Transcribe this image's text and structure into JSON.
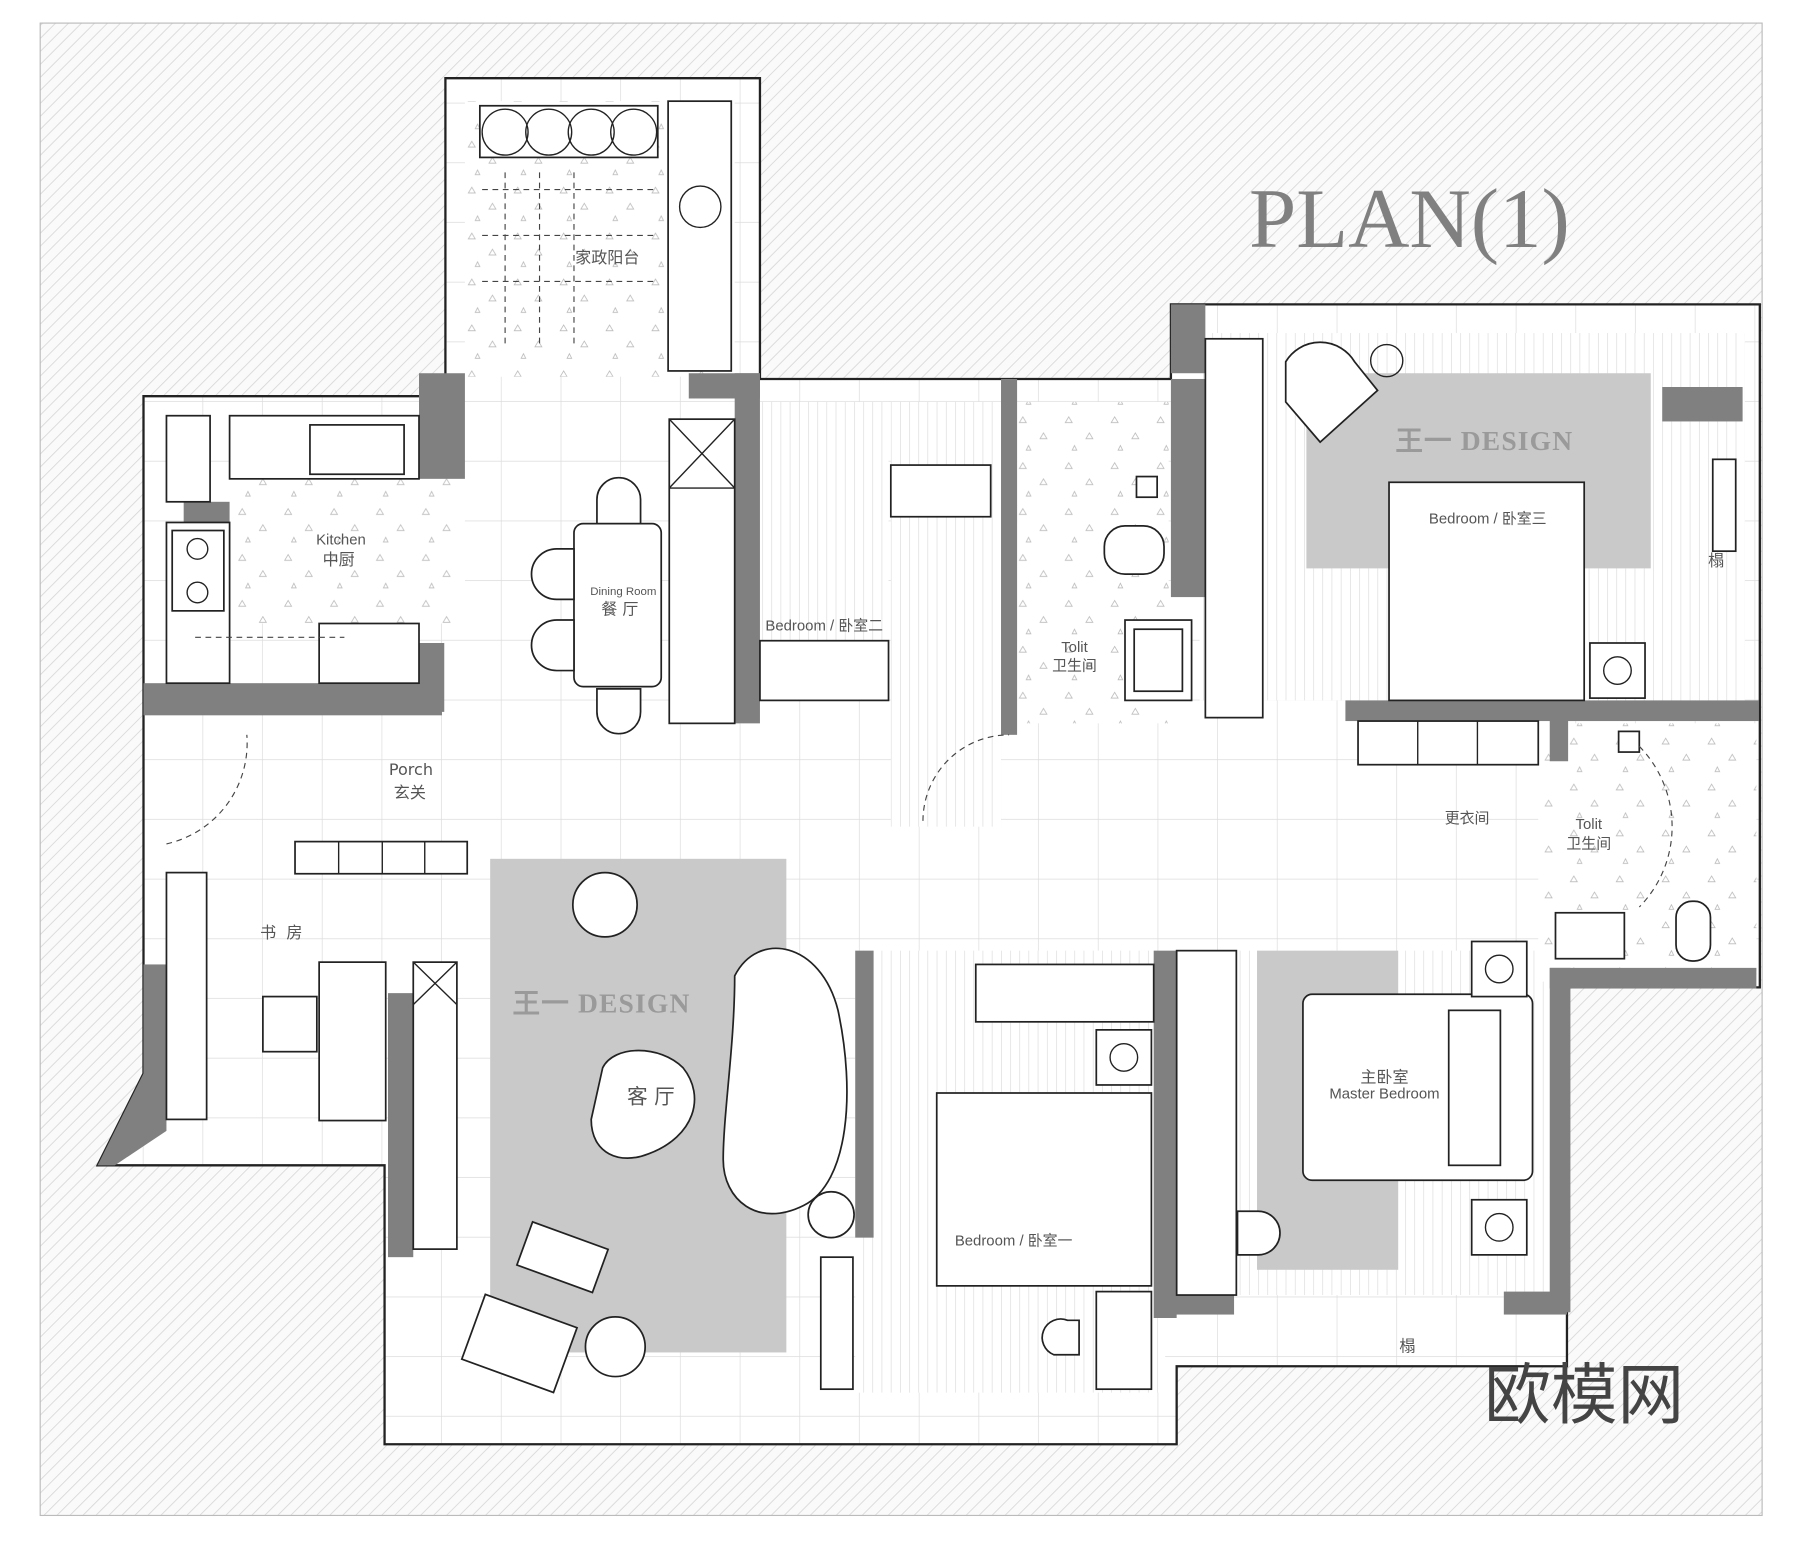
{
  "title": "PLAN(1)",
  "brand": "王一 DESIGN",
  "watermark": "欧模网",
  "colors": {
    "wall": "#808080",
    "rug": "#c9c9c9",
    "hatch": "#d8d8d8",
    "text": "#555555"
  },
  "rooms": {
    "balcony": {
      "cn": "家政阳台"
    },
    "kitchen": {
      "en": "Kitchen",
      "cn": "中厨"
    },
    "dining": {
      "en": "Dining Room",
      "cn": "餐 厅"
    },
    "bedroom2": {
      "label": "Bedroom / 卧室二"
    },
    "toilet1": {
      "en": "Tolit",
      "cn": "卫生间"
    },
    "bedroom3": {
      "label": "Bedroom / 卧室三",
      "daybed": "榻"
    },
    "porch": {
      "en": "Porch",
      "cn": "玄关"
    },
    "closet": {
      "cn": "更衣间"
    },
    "toilet2": {
      "en": "Tolit",
      "cn": "卫生间"
    },
    "study": {
      "cn": "书  房"
    },
    "living": {
      "cn": "客 厅"
    },
    "master": {
      "cn": "主卧室",
      "en": "Master Bedroom",
      "daybed": "榻"
    },
    "bedroom1": {
      "label": "Bedroom / 卧室一"
    }
  }
}
